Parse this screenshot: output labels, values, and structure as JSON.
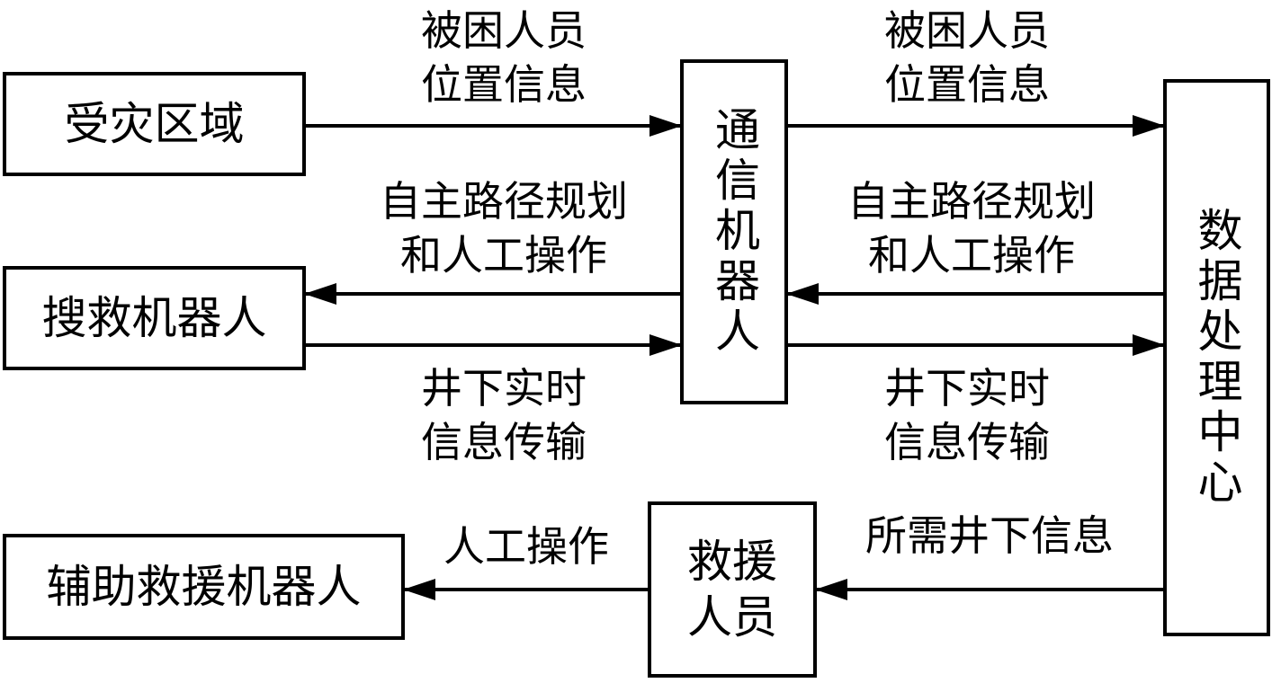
{
  "nodes": {
    "disaster_area": "受灾区域",
    "comm_robot": "通信机器人",
    "data_center": "数据处理中心",
    "search_robot": "搜救机器人",
    "rescuer": "救援\n人员",
    "assist_robot": "辅助救援机器人"
  },
  "edges": {
    "trapped_info_1": "被困人员\n位置信息",
    "trapped_info_2": "被困人员\n位置信息",
    "planning_ops_1": "自主路径规划\n和人工操作",
    "planning_ops_2": "自主路径规划\n和人工操作",
    "realtime_info_1": "井下实时\n信息传输",
    "realtime_info_2": "井下实时\n信息传输",
    "required_info": "所需井下信息",
    "manual_ops": "人工操作"
  }
}
